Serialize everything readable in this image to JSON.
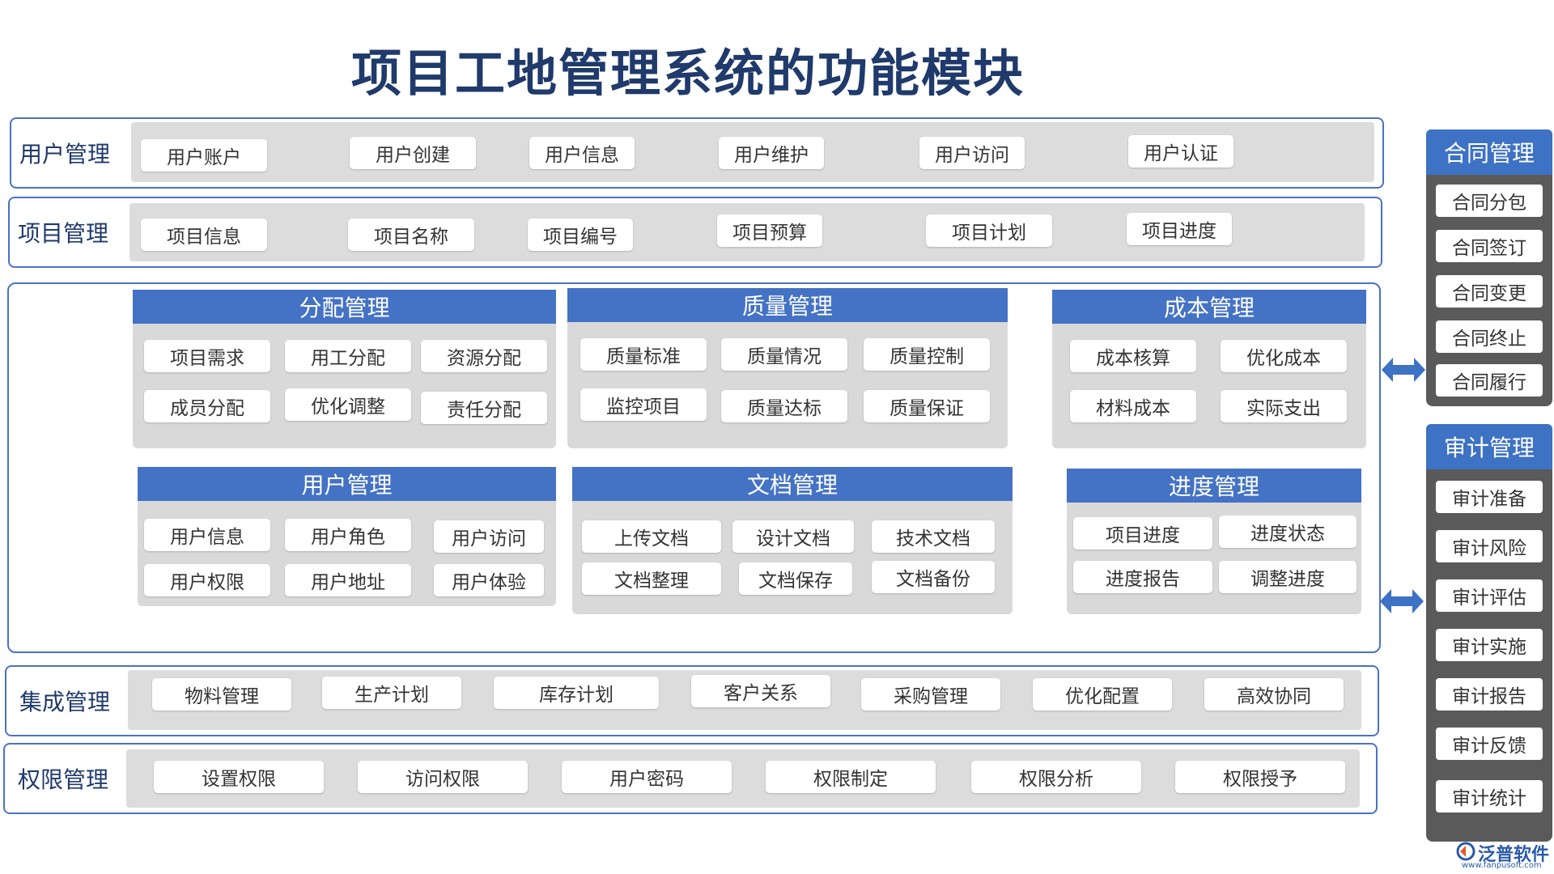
{
  "title": "项目工地管理系统的功能模块",
  "user_mgmt_row": {
    "label": "用户管理",
    "items": [
      "用户账户",
      "用户创建",
      "用户信息",
      "用户维护",
      "用户访问",
      "用户认证"
    ]
  },
  "project_mgmt_row": {
    "label": "项目管理",
    "items": [
      "项目信息",
      "项目名称",
      "项目编号",
      "项目预算",
      "项目计划",
      "项目进度"
    ]
  },
  "modules": {
    "allocation": {
      "title": "分配管理",
      "items": [
        "项目需求",
        "用工分配",
        "资源分配",
        "成员分配",
        "优化调整",
        "责任分配"
      ]
    },
    "quality": {
      "title": "质量管理",
      "items": [
        "质量标准",
        "质量情况",
        "质量控制",
        "监控项目",
        "质量达标",
        "质量保证"
      ]
    },
    "cost": {
      "title": "成本管理",
      "items": [
        "成本核算",
        "优化成本",
        "材料成本",
        "实际支出"
      ]
    },
    "user": {
      "title": "用户管理",
      "items": [
        "用户信息",
        "用户角色",
        "用户访问",
        "用户权限",
        "用户地址",
        "用户体验"
      ]
    },
    "document": {
      "title": "文档管理",
      "items": [
        "上传文档",
        "设计文档",
        "技术文档",
        "文档整理",
        "文档保存",
        "文档备份"
      ]
    },
    "progress": {
      "title": "进度管理",
      "items": [
        "项目进度",
        "进度状态",
        "进度报告",
        "调整进度"
      ]
    }
  },
  "integration_row": {
    "label": "集成管理",
    "items": [
      "物料管理",
      "生产计划",
      "库存计划",
      "客户关系",
      "采购管理",
      "优化配置",
      "高效协同"
    ]
  },
  "permission_row": {
    "label": "权限管理",
    "items": [
      "设置权限",
      "访问权限",
      "用户密码",
      "权限制定",
      "权限分析",
      "权限授予"
    ]
  },
  "contract_panel": {
    "title": "合同管理",
    "items": [
      "合同分包",
      "合同签订",
      "合同变更",
      "合同终止",
      "合同履行"
    ]
  },
  "audit_panel": {
    "title": "审计管理",
    "items": [
      "审计准备",
      "审计风险",
      "审计评估",
      "审计实施",
      "审计报告",
      "审计反馈",
      "审计统计"
    ]
  },
  "logo": {
    "name": "泛普软件",
    "url_text": "www.fanpusoft.com"
  },
  "colors": {
    "accent": "#4472c4",
    "title": "#1f3a6b",
    "panel_gray": "#d9d9d9",
    "sidebar_dark": "#5a5a5a"
  }
}
